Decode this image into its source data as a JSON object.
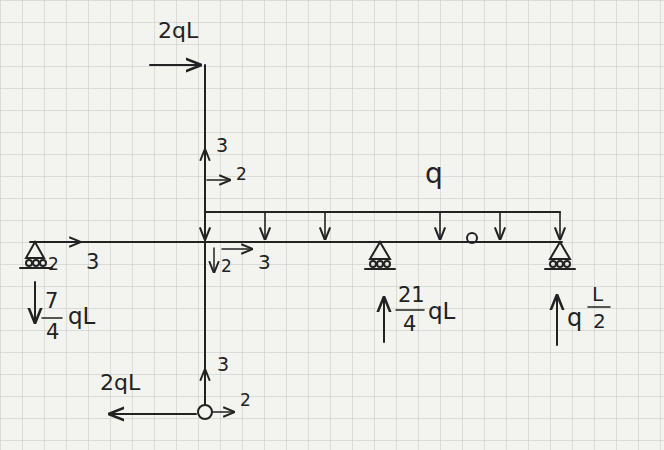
{
  "diagram": {
    "labels": [
      "2qL",
      "3",
      "2",
      "q",
      "2",
      "3",
      "2",
      "3",
      "7",
      "4",
      "qL",
      "21",
      "4",
      "qL",
      "q",
      "L",
      "2",
      "3",
      "2qL",
      "2"
    ]
  }
}
